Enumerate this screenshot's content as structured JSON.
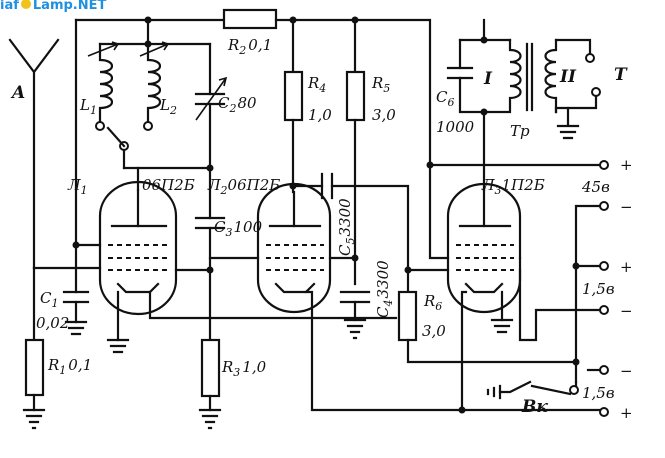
{
  "watermark": "iaf",
  "watermark_2": "Lamp.NET",
  "antenna": {
    "label": "A"
  },
  "tubes": [
    {
      "label": "Л",
      "sub": "1",
      "type": "06П2Б"
    },
    {
      "label": "Л",
      "sub": "2",
      "type": "06П2Б"
    },
    {
      "label": "Л",
      "sub": "3",
      "type": "1П2Б"
    }
  ],
  "resistors": [
    {
      "name": "R",
      "sub": "1",
      "value": "0,1"
    },
    {
      "name": "R",
      "sub": "2",
      "value": "0,1"
    },
    {
      "name": "R",
      "sub": "3",
      "value": "1,0"
    },
    {
      "name": "R",
      "sub": "4",
      "value": "1,0"
    },
    {
      "name": "R",
      "sub": "5",
      "value": "3,0"
    },
    {
      "name": "R",
      "sub": "6",
      "value": "3,0"
    }
  ],
  "capacitors": [
    {
      "name": "C",
      "sub": "1",
      "value": "0,02"
    },
    {
      "name": "C",
      "sub": "2",
      "value": "80"
    },
    {
      "name": "C",
      "sub": "3",
      "value": "100"
    },
    {
      "name": "C",
      "sub": "4",
      "value": "3300"
    },
    {
      "name": "C",
      "sub": "5",
      "value": "3300"
    },
    {
      "name": "C",
      "sub": "6",
      "value": "1000"
    }
  ],
  "coils": [
    {
      "name": "L",
      "sub": "1"
    },
    {
      "name": "L",
      "sub": "2"
    }
  ],
  "transformer": {
    "label": "Тр",
    "primary": "I",
    "secondary": "II",
    "phones": "Т"
  },
  "terminals": [
    {
      "sign": "+",
      "voltage": "45в"
    },
    {
      "sign": "−"
    },
    {
      "sign": "+",
      "voltage": "1,5в"
    },
    {
      "sign": "−"
    },
    {
      "sign": "−",
      "voltage": "1,5в"
    },
    {
      "sign": "+"
    }
  ],
  "switch": {
    "label": "Вк"
  }
}
